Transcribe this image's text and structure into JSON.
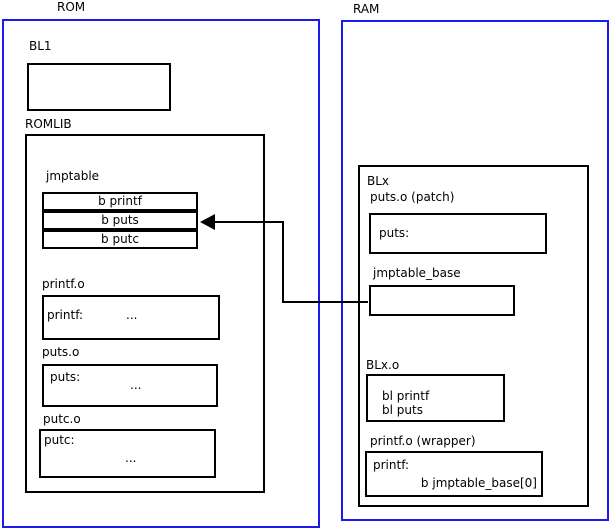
{
  "colors": {
    "frame": "#1a1aee",
    "ink": "#000000",
    "bg": "#ffffff"
  },
  "rom": {
    "title": "ROM",
    "bl1": {
      "label": "BL1"
    },
    "romlib": {
      "label": "ROMLIB",
      "jmptable": {
        "label": "jmptable",
        "rows": [
          "b printf",
          "b puts",
          "b putc"
        ]
      },
      "objects": [
        {
          "label": "printf.o",
          "symbol": "printf:",
          "body": "..."
        },
        {
          "label": "puts.o",
          "symbol": "puts:",
          "body": "..."
        },
        {
          "label": "putc.o",
          "symbol": "putc:",
          "body": "..."
        }
      ]
    }
  },
  "ram": {
    "title": "RAM",
    "blx": {
      "label": "BLx",
      "puts_patch": {
        "label": "puts.o (patch)",
        "symbol": "puts:"
      },
      "jmptable_base": {
        "label": "jmptable_base"
      },
      "blx_o": {
        "label": "BLx.o",
        "lines": [
          "bl printf",
          "bl puts"
        ]
      },
      "printf_wrapper": {
        "label": "printf.o (wrapper)",
        "symbol": "printf:",
        "body": "b jmptable_base[0]"
      }
    }
  }
}
